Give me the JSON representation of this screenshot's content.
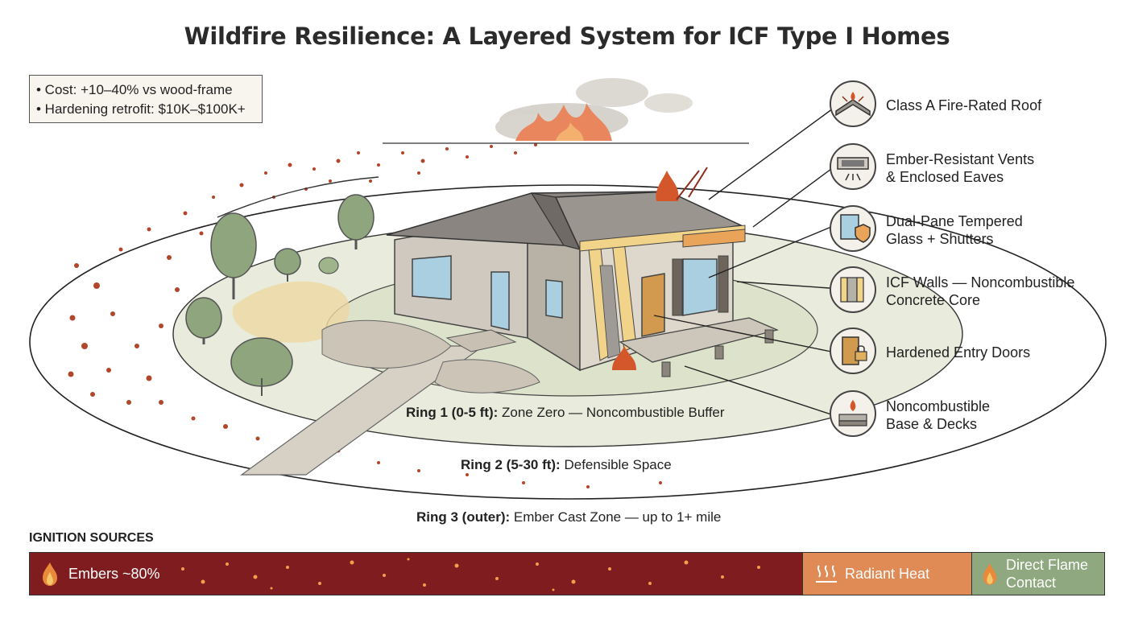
{
  "title": "Wildfire Resilience: A Layered System for ICF Type I Homes",
  "cost_box": {
    "line1": "• Cost: +10–40% vs wood-frame",
    "line2": "• Hardening retrofit: $10K–$100K+"
  },
  "rings": [
    {
      "name": "Ring 1 (0-5 ft):",
      "desc": " Zone Zero — Noncombustible Buffer"
    },
    {
      "name": "Ring 2 (5-30 ft):",
      "desc": " Defensible Space"
    },
    {
      "name": "Ring 3 (outer):",
      "desc": " Ember Cast Zone — up to 1+ mile"
    }
  ],
  "features": [
    {
      "label": "Class A Fire-Rated Roof",
      "icon": "roof-fire-icon"
    },
    {
      "label": "Ember-Resistant Vents\n& Enclosed Eaves",
      "icon": "vent-icon"
    },
    {
      "label": "Dual-Pane Tempered\nGlass + Shutters",
      "icon": "window-shield-icon"
    },
    {
      "label": "ICF Walls — Noncombustible\nConcrete Core",
      "icon": "icf-wall-icon"
    },
    {
      "label": "Hardened Entry Doors",
      "icon": "door-lock-icon"
    },
    {
      "label": "Noncombustible\nBase & Decks",
      "icon": "base-deck-icon"
    }
  ],
  "ignition": {
    "title": "IGNITION SOURCES",
    "segments": [
      {
        "label": "Embers ~80%",
        "color": "#7e1c1f",
        "icon": "flame-icon"
      },
      {
        "label": "Radiant Heat",
        "color": "#e08a55",
        "icon": "heat-waves-icon"
      },
      {
        "label": "Direct Flame\nContact",
        "color": "#8fa880",
        "icon": "flame-icon"
      }
    ]
  },
  "colors": {
    "ember": "#b2462a",
    "ring_fill": "#e9ecdc",
    "house_wall": "#cfc9bf",
    "roof": "#8a8580",
    "icf_foam": "#f1d38a"
  }
}
